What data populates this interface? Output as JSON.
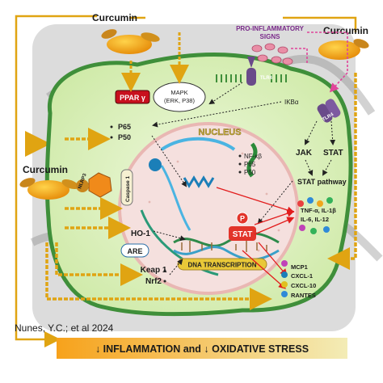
{
  "labels": {
    "curcumin_top": "Curcumin",
    "curcumin_right": "Curcumin",
    "curcumin_left": "Curcumin",
    "pro_inflammatory": [
      "PRO-INFLAMMATORY",
      "SIGNS"
    ],
    "ppar": "PPAR γ",
    "mapk": [
      "MAPK",
      "(ERK, P38)"
    ],
    "tlr4_top": "TLR4",
    "tlr4_right": "TLR4",
    "ikba": "IKBα",
    "p65": "P65",
    "p50": "P50",
    "nucleus": "NUCLEUS",
    "nfkb": "NF-κβ",
    "nfkb_p65": "P65",
    "nfkb_p50": "P50",
    "nlrp3": "NLRP3",
    "caspase": "Caspase 1",
    "jak": "JAK",
    "stat": "STAT",
    "stat_pathway": "STAT pathway",
    "ho1": "HO-1",
    "are": "ARE",
    "keap": "Keap 1",
    "nrf2": "Nrf2",
    "stat_center": "STAT",
    "p_badge": "P",
    "dna_transcription": "DNA TRANSCRIPTION",
    "cytokines": [
      "TNF-α, IL-1β",
      "IL-6, IL-12"
    ],
    "chemokines": [
      "MCP1",
      "CXCL-1",
      "CXCL-10",
      "RANTES"
    ],
    "citation": "Nunes, Y.C.; et al 2024",
    "banner": "↓ INFLAMMATION and ↓ OXIDATIVE STRESS"
  },
  "colors": {
    "cell_fill": "#d6f0b4",
    "cell_border": "#3f8f3a",
    "nucleus_fill": "#f4dede",
    "banner_start": "#f7a21b",
    "banner_end": "#f1ebb0",
    "arrow_gold": "#e0a412",
    "arrow_red": "#e21c1c",
    "pink_dotted": "#e0449a",
    "tlr4": "#6a4a8a"
  }
}
